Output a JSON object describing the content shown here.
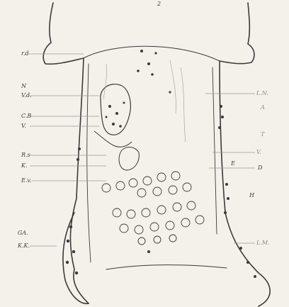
{
  "figure": {
    "top_mark": "2",
    "left_labels": [
      "r.d",
      "N",
      "V.d.",
      "C.B",
      "V.",
      "R.s",
      "K.",
      "E.v.",
      "GA.",
      "K.K."
    ],
    "right_labels": [
      "L.N.",
      "A",
      "T",
      "V.",
      "D",
      "E",
      "H",
      "L.M."
    ]
  },
  "colors": {
    "ink": "#3a3a3a",
    "paper": "#f4f1ea",
    "faint": "#9a9a9a"
  }
}
